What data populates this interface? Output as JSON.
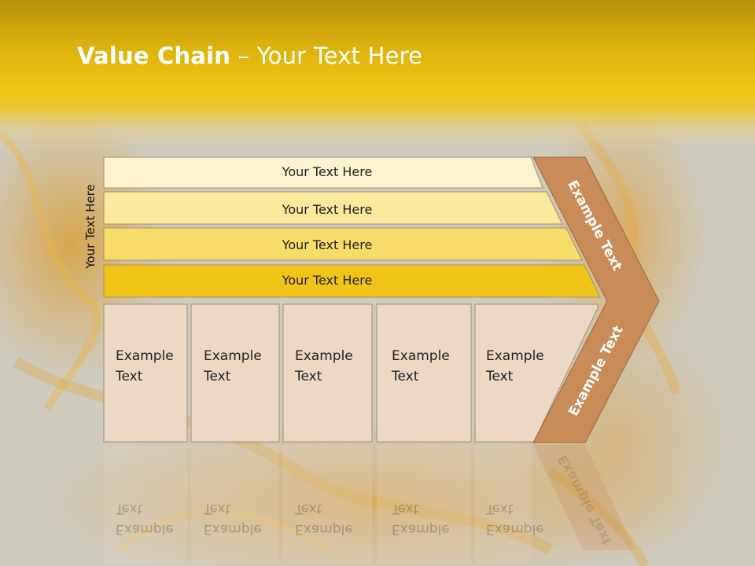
{
  "title": {
    "bold": "Value Chain",
    "rest": " – Your Text Here"
  },
  "side_label": "Your Text Here",
  "bars": [
    {
      "label": "Your Text Here",
      "color": "#fdf3cf"
    },
    {
      "label": "Your Text Here",
      "color": "#fae89c"
    },
    {
      "label": "Your Text Here",
      "color": "#f7dc6a"
    },
    {
      "label": "Your Text Here",
      "color": "#f0c416"
    }
  ],
  "boxes": [
    {
      "line1": "Example",
      "line2": "Text"
    },
    {
      "line1": "Example",
      "line2": "Text"
    },
    {
      "line1": "Example",
      "line2": "Text"
    },
    {
      "line1": "Example",
      "line2": "Text"
    },
    {
      "line1": "Example",
      "line2": "Text"
    }
  ],
  "chevron": {
    "upper": "Example Text",
    "lower": "Example Text",
    "color": "#c98c58"
  },
  "box_color": "#ecd8c5"
}
